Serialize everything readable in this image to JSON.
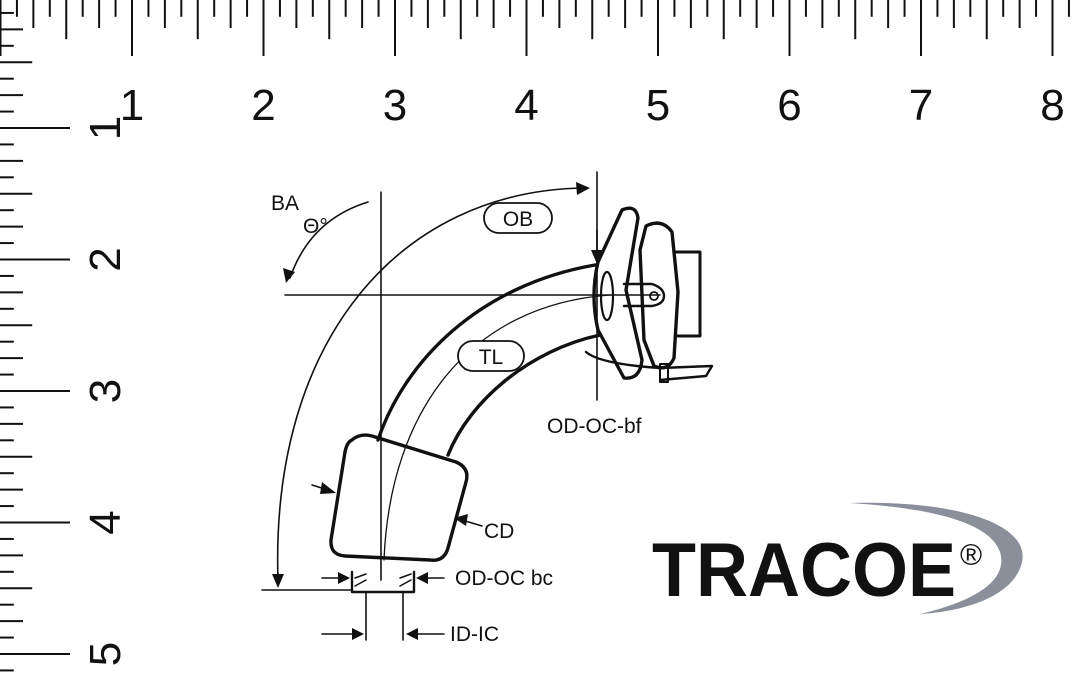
{
  "ruler": {
    "top_labels": [
      "1",
      "2",
      "3",
      "4",
      "5",
      "6",
      "7",
      "8"
    ],
    "left_labels": [
      "1",
      "2",
      "3",
      "4",
      "5"
    ]
  },
  "diagram": {
    "labels": {
      "ba": "BA",
      "theta": "Θ°",
      "ob": "OB",
      "tl": "TL",
      "od_oc_bf": "OD-OC-bf",
      "cd": "CD",
      "od_oc_bc": "OD-OC bc",
      "id_ic": "ID-IC"
    }
  },
  "logo": {
    "text": "TRACOE",
    "registered": "®",
    "swoosh_color": "#8a8f9a"
  },
  "colors": {
    "line": "#111111",
    "background": "#ffffff"
  }
}
